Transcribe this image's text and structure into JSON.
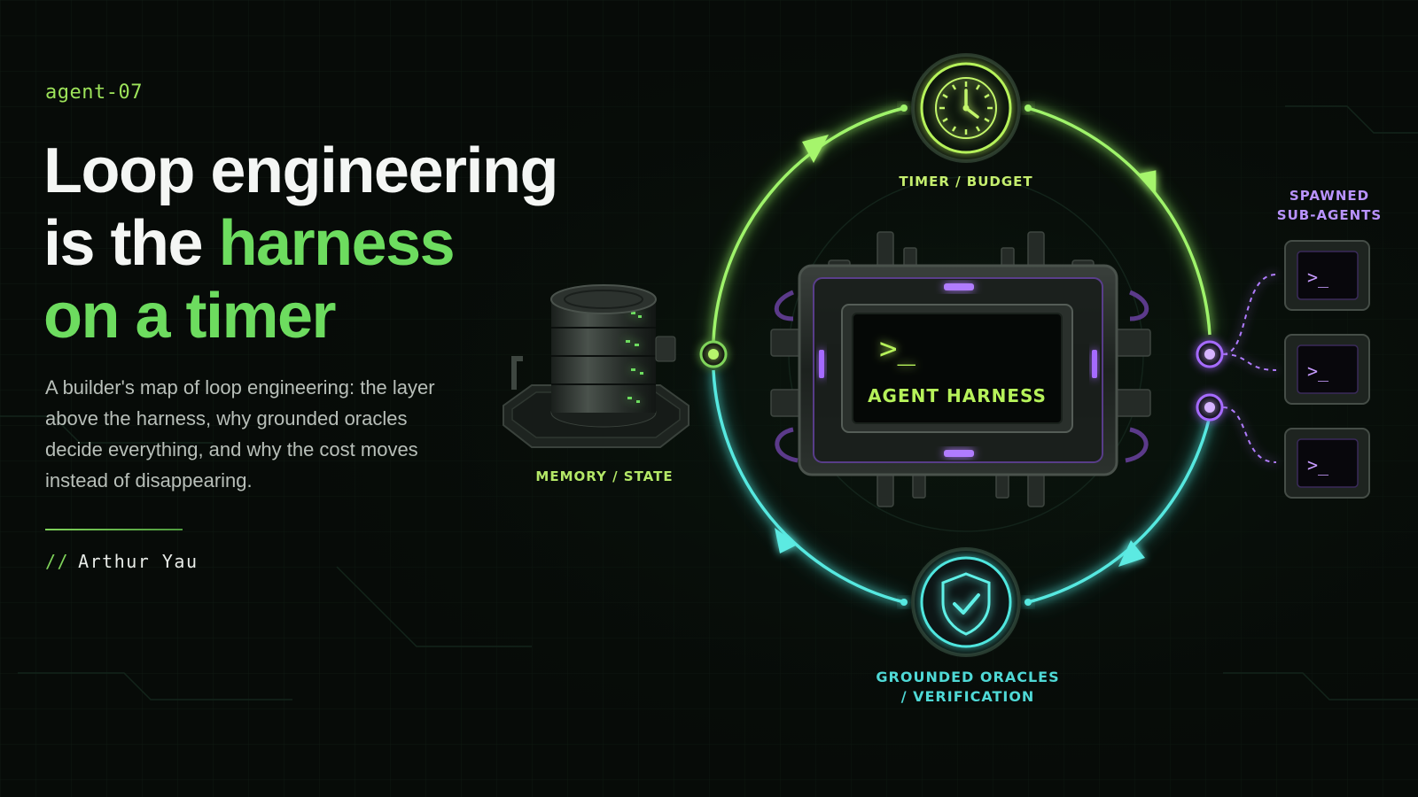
{
  "tag": "agent-07",
  "title": {
    "line1": "Loop engineering",
    "line2_plain": "is the ",
    "line2_accent": "harness",
    "line3": "on a timer"
  },
  "description": "A builder's map of loop engineering: the layer above the harness, why grounded oracles decide everything, and why the cost moves instead of disappearing.",
  "byline": {
    "prefix": "//",
    "author": "Arthur Yau"
  },
  "diagram": {
    "timer_label": "TIMER / BUDGET",
    "memory_label": "MEMORY / STATE",
    "harness_prompt": ">_",
    "harness_label": "AGENT HARNESS",
    "subagents_label_line1": "SPAWNED",
    "subagents_label_line2": "SUB-AGENTS",
    "subagent_prompt": ">_",
    "oracle_label_line1": "GROUNDED ORACLES",
    "oracle_label_line2": "/ VERIFICATION"
  },
  "colors": {
    "green_accent": "#6ddc5f",
    "lime": "#b9f25a",
    "cyan": "#3fd9d6",
    "purple": "#a56bff",
    "background": "#070b08"
  }
}
